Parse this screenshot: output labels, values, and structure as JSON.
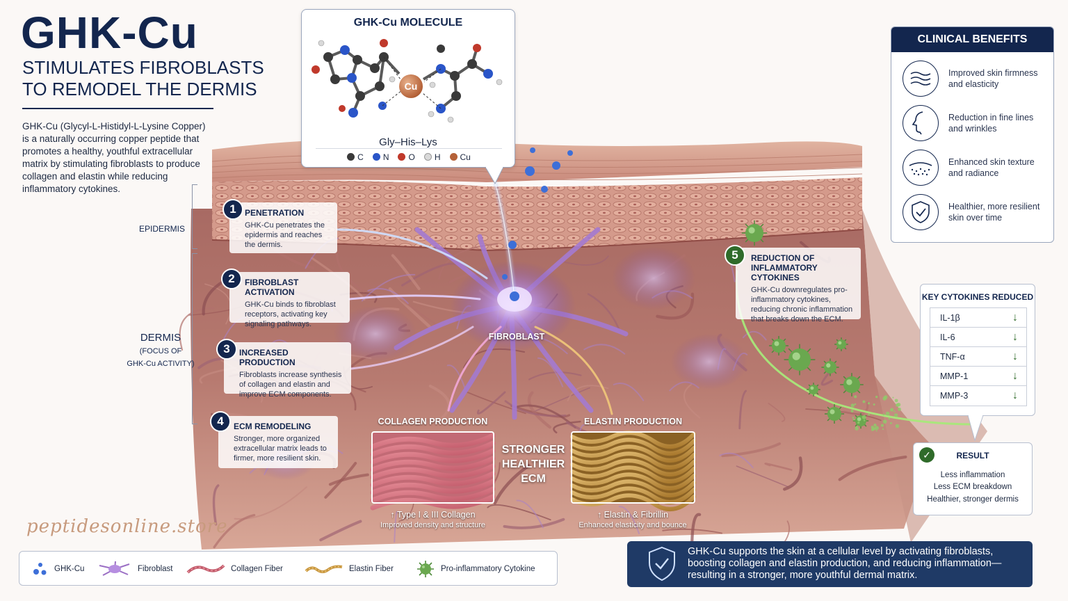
{
  "title": {
    "main": "GHK-Cu",
    "sub_line1": "STIMULATES FIBROBLASTS",
    "sub_line2": "TO REMODEL THE DERMIS"
  },
  "intro": "GHK-Cu (Glycyl-L-Histidyl-L-Lysine Copper) is a naturally occurring copper peptide that promotes a healthy, youthful extracellular matrix by stimulating fibroblasts to produce collagen and elastin while reducing inflammatory cytokines.",
  "layers": {
    "epidermis": "EPIDERMIS",
    "dermis": "DERMIS",
    "dermis_note_line1": "(FOCUS OF",
    "dermis_note_line2": "GHK-Cu ACTIVITY)"
  },
  "molecule": {
    "title": "GHK-Cu MOLECULE",
    "center_atom": "Cu",
    "formula": "Gly–His–Lys",
    "legend": [
      {
        "label": "C",
        "color": "#3a3a3a"
      },
      {
        "label": "N",
        "color": "#2a55c8"
      },
      {
        "label": "O",
        "color": "#c0392b"
      },
      {
        "label": "H",
        "color": "#d9d9d9"
      },
      {
        "label": "Cu",
        "color": "#b56238"
      }
    ]
  },
  "steps": [
    {
      "num": "1",
      "title": "PENETRATION",
      "text": "GHK-Cu penetrates the epidermis and reaches the dermis."
    },
    {
      "num": "2",
      "title": "FIBROBLAST ACTIVATION",
      "text": "GHK-Cu binds to fibroblast receptors, activating key signaling pathways."
    },
    {
      "num": "3",
      "title": "INCREASED PRODUCTION",
      "text": "Fibroblasts increase synthesis of collagen and elastin and improve ECM components."
    },
    {
      "num": "4",
      "title": "ECM REMODELING",
      "text": "Stronger, more organized extracellular matrix leads to firmer, more resilient skin."
    },
    {
      "num": "5",
      "title_line1": "REDUCTION OF",
      "title_line2": "INFLAMMATORY CYTOKINES",
      "text": "GHK-Cu downregulates pro-inflammatory cytokines, reducing chronic inflammation that breaks down the ECM."
    }
  ],
  "fibroblast_label": "FIBROBLAST",
  "collagen": {
    "title": "COLLAGEN PRODUCTION",
    "caption1": "↑ Type I & III Collagen",
    "caption2": "Improved density and structure"
  },
  "elastin": {
    "title": "ELASTIN PRODUCTION",
    "caption1": "↑ Elastin & Fibrillin",
    "caption2": "Enhanced elasticity and bounce"
  },
  "center_label": {
    "line1": "STRONGER",
    "line2": "HEALTHIER",
    "line3": "ECM"
  },
  "benefits": {
    "title": "CLINICAL BENEFITS",
    "items": [
      {
        "icon": "waves-icon",
        "line1": "Improved skin firmness",
        "line2": "and elasticity"
      },
      {
        "icon": "face-profile-icon",
        "line1": "Reduction in fine lines",
        "line2": "and wrinkles"
      },
      {
        "icon": "texture-icon",
        "line1": "Enhanced skin texture",
        "line2": "and radiance"
      },
      {
        "icon": "shield-check-icon",
        "line1": "Healthier, more resilient",
        "line2": "skin over time"
      }
    ]
  },
  "cytokines": {
    "title": "KEY CYTOKINES REDUCED",
    "items": [
      "IL-1β",
      "IL-6",
      "TNF-α",
      "MMP-1",
      "MMP-3"
    ],
    "arrow": "↓"
  },
  "result": {
    "title": "RESULT",
    "check": "✓",
    "lines": [
      "Less inflammation",
      "Less ECM breakdown",
      "Healthier, stronger dermis"
    ]
  },
  "legend": [
    {
      "icon": "ghk-cu-icon",
      "label": "GHK-Cu"
    },
    {
      "icon": "fibroblast-icon",
      "label": "Fibroblast"
    },
    {
      "icon": "collagen-fiber-icon",
      "label": "Collagen Fiber"
    },
    {
      "icon": "elastin-fiber-icon",
      "label": "Elastin Fiber"
    },
    {
      "icon": "cytokine-icon",
      "label": "Pro-inflammatory Cytokine"
    }
  ],
  "summary": "GHK-Cu supports the skin at a cellular level by activating fibroblasts, boosting collagen and elastin production, and reducing inflammation—resulting in a stronger, more youthful dermal matrix.",
  "watermark": "peptidesonline.store",
  "colors": {
    "navy": "#13264e",
    "summary_bg": "#1f3a66",
    "green": "#2f6b2a",
    "skin": "#c98d80",
    "collagen": "#d9727f",
    "elastin": "#d6a54e",
    "fibroblast": "#9b6fc4"
  }
}
